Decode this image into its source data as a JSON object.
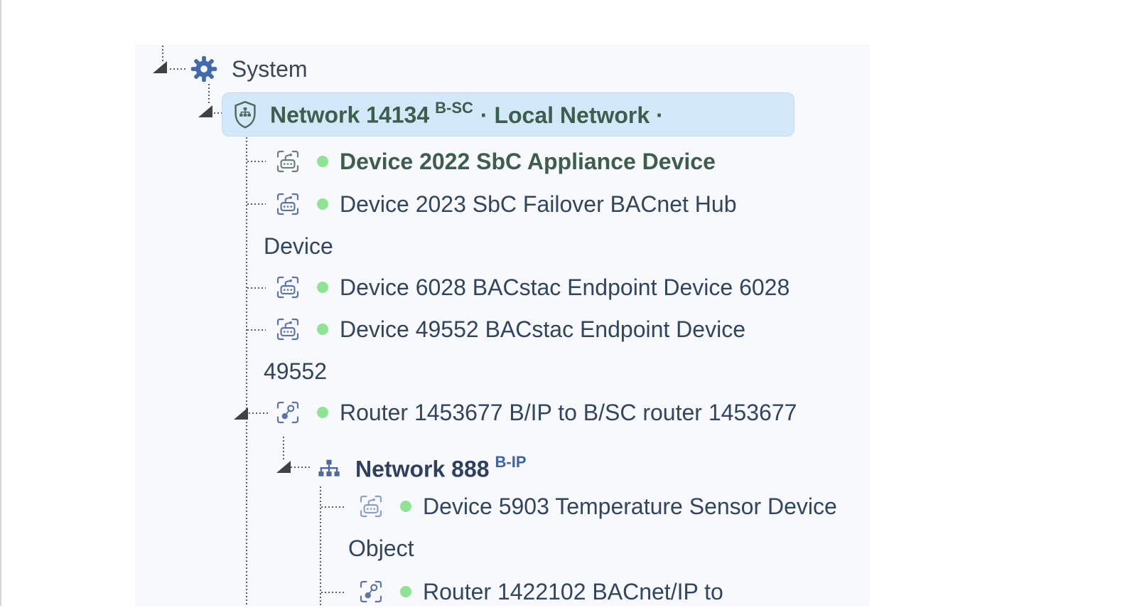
{
  "app": {
    "view": "bacnet-network-tree",
    "panel_background": "#f7f9fc",
    "selection_bg": "#d3e8f8",
    "selection_border": "#c3ddf0",
    "connector_color": "#5d5d5d",
    "status_online_color": "#8ee492",
    "text_green": "#3e5e4d",
    "text_navy": "#32455e",
    "badge_blue": "#3e63ac"
  },
  "tree": {
    "rows": [
      {
        "id": "system",
        "icon": "gear-icon",
        "label": "System",
        "expanded": true
      },
      {
        "id": "network-14134",
        "icon": "shield-network-icon",
        "name": "Network 14134",
        "badge": "B-SC",
        "suffix": "· Local Network ·",
        "selected": true,
        "expanded": true
      },
      {
        "id": "device-2022",
        "icon": "device-icon",
        "status": "online",
        "label": "Device 2022 SbC Appliance Device",
        "emphasis": true
      },
      {
        "id": "device-2023",
        "icon": "device-icon",
        "status": "online",
        "label": "Device 2023 SbC Failover BACnet Hub Device"
      },
      {
        "id": "device-6028",
        "icon": "device-icon",
        "status": "online",
        "label": "Device 6028 BACstac Endpoint Device 6028"
      },
      {
        "id": "device-49552",
        "icon": "device-icon",
        "status": "online",
        "label": "Device 49552 BACstac Endpoint Device 49552"
      },
      {
        "id": "router-1453677",
        "icon": "router-icon",
        "status": "online",
        "label": "Router 1453677 B/IP to B/SC router 1453677",
        "expanded": true
      },
      {
        "id": "network-888",
        "icon": "network-hub-icon",
        "name": "Network 888",
        "badge": "B-IP",
        "expanded": true
      },
      {
        "id": "device-5903",
        "icon": "device-icon",
        "status": "online",
        "label": "Device 5903 Temperature Sensor Device Object"
      },
      {
        "id": "router-1422102",
        "icon": "router-icon",
        "status": "online",
        "label": "Router 1422102 BACnet/IP to",
        "clipped": true
      }
    ]
  }
}
